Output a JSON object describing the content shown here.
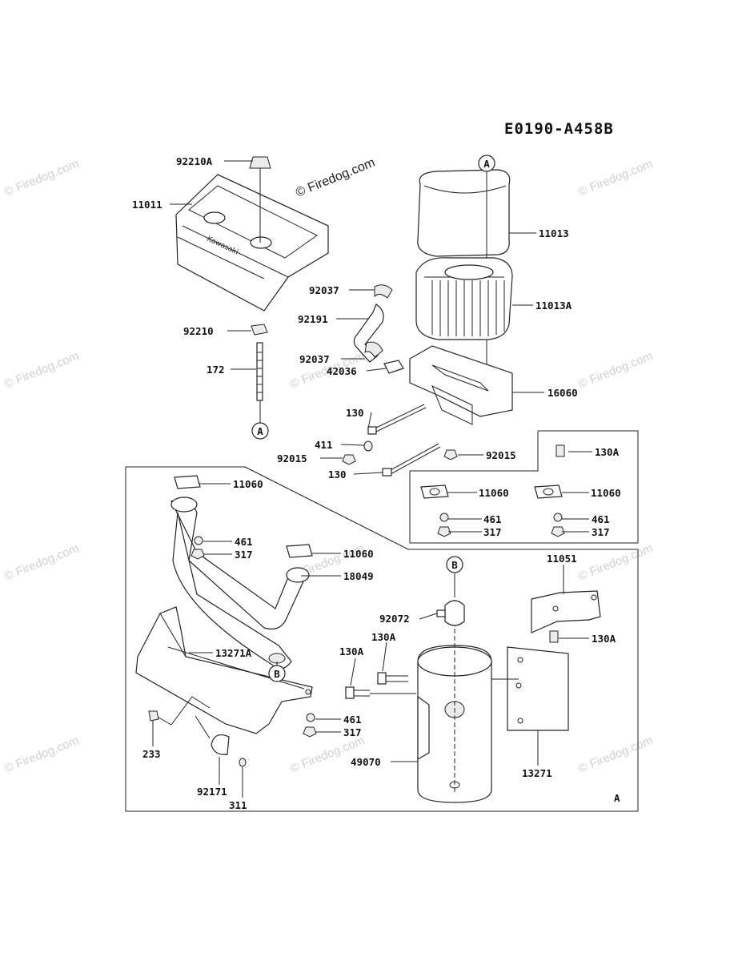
{
  "diagram_code": "E0190-A458B",
  "watermark_main": "© Firedog.com",
  "watermark_faint": "© Firedog.com",
  "corner_label": "A",
  "callouts": {
    "A_top": "A",
    "A_bottom": "A",
    "B_top": "B",
    "B_bottom": "B"
  },
  "labels": {
    "p92210A": "92210A",
    "p11011": "11011",
    "p11013": "11013",
    "p11013A": "11013A",
    "p92037a": "92037",
    "p92191": "92191",
    "p92210": "92210",
    "p92037b": "92037",
    "p42036": "42036",
    "p16060": "16060",
    "p172": "172",
    "p130a": "130",
    "p411": "411",
    "p92015a": "92015",
    "p92015b": "92015",
    "p130b": "130",
    "p130A_inset": "130A",
    "p11060_insetL": "11060",
    "p11060_insetR": "11060",
    "p461_insetL": "461",
    "p461_insetR": "461",
    "p317_insetL": "317",
    "p317_insetR": "317",
    "p11060_a": "11060",
    "p461_a": "461",
    "p317_a": "317",
    "p11060_b": "11060",
    "p18049": "18049",
    "p11051": "11051",
    "p92072": "92072",
    "p130A_a": "130A",
    "p130A_b": "130A",
    "p130A_c": "130A",
    "p13271A": "13271A",
    "p461_b": "461",
    "p317_b": "317",
    "p233": "233",
    "p49070": "49070",
    "p13271": "13271",
    "p92171": "92171",
    "p311": "311"
  }
}
